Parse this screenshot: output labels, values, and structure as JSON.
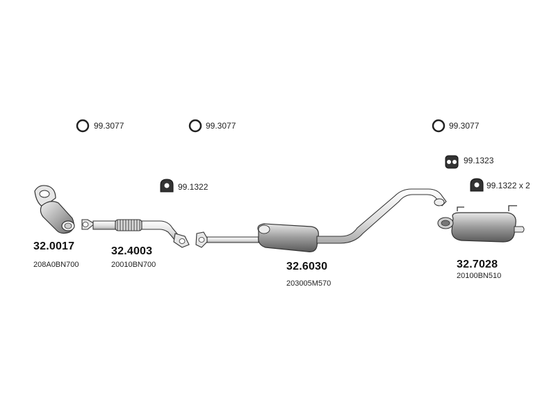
{
  "accessories": {
    "ring_1": "99.3077",
    "ring_2": "99.3077",
    "ring_3": "99.3077",
    "hanger_rear": "99.1323",
    "hanger_front": "99.1322",
    "hanger_pair": "99.1322 x 2"
  },
  "parts": [
    {
      "part_number": "32.0017",
      "oem": "208A0BN700"
    },
    {
      "part_number": "32.4003",
      "oem": "20010BN700"
    },
    {
      "part_number": "32.6030",
      "oem": "203005M570"
    },
    {
      "part_number": "32.7028",
      "oem": "20100BN510"
    }
  ],
  "colors": {
    "stroke": "#333333",
    "fill_light": "#f2f2f2",
    "fill_mid": "#cfcfcf",
    "fill_dark": "#8a8a8a"
  }
}
